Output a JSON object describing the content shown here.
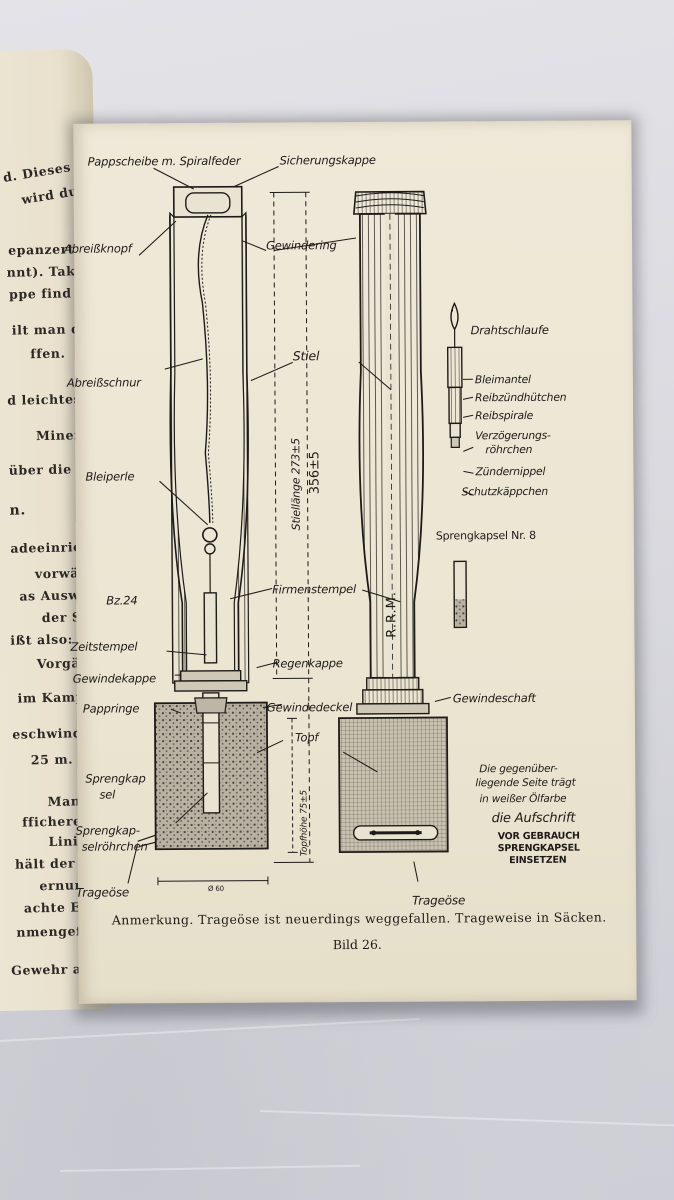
{
  "left_page_lines": [
    "d. Dieses Inst",
    "wird durch",
    "epanzerten Kra",
    "nnt). Taks f",
    "ppe find Hols",
    "ilt man die W",
    "ffen.",
    "d leichtes",
    "Minenwe",
    "über die eing",
    "n.",
    "adeeinrichtung.",
    "vorwärts, fon",
    "as Auswerfen",
    "der Schließ",
    "ißt also: Drud",
    "Vorgänge bis",
    "im Kampf W",
    "eschwindigkeit",
    "25 m.",
    "Mannes. Der",
    "fficherer und w",
    "Linie von leid",
    "hält der Gewe",
    "ernungen –",
    "achte Einzelt",
    "nmengefaßte",
    "Gewehr als G"
  ],
  "labels": {
    "pappscheibe": "Pappscheibe m. Spiralfeder",
    "sicherungskappe": "Sicherungskappe",
    "abreissknopf": "Abreißknopf",
    "gewindering": "Gewindering",
    "drahtschlaufe": "Drahtschlaufe",
    "abreissschnur": "Abreißschnur",
    "stiel": "Stiel",
    "bleimantel": "Bleimantel",
    "reibzuendhuetchen": "Reibzündhütchen",
    "reibspirale": "Reibspirale",
    "verzoegerung_1": "Verzögerungs-",
    "verzoegerung_2": "röhrchen",
    "zuendernippel": "Zündernippel",
    "schutzkaeppchen": "Schutzkäppchen",
    "stiellaenge": "Stiellänge 273±5",
    "stiellaenge_total": "356±5",
    "bleiperle": "Bleiperle",
    "sprengkapsel_nr": "Sprengkapsel Nr. 8",
    "bz24": "Bz.24",
    "firmenstempel": "Firmenstempel",
    "rrm": "R.R.M.",
    "zeitstempel": "Zeitstempel",
    "regenkappe": "Regenkappe",
    "gewindekappe": "Gewindekappe",
    "gewindeschaft": "Gewindeschaft",
    "pappringe": "Pappringe",
    "gewindedeckel": "Gewindedeckel",
    "topf": "Topf",
    "sprengkapsel_1": "Sprengkap",
    "sprengkapsel_2": "sel",
    "topfhoehe": "Topfhöhe 75±5",
    "note_1": "Die gegenüber-",
    "note_2": "liegende Seite trägt",
    "note_3": "in weißer Ölfarbe",
    "note_4": "die Aufschrift",
    "stamp_1": "VOR GEBRAUCH",
    "stamp_2": "SPRENGKAPSEL",
    "stamp_3": "EINSETZEN",
    "sprengkapselroehrchen_1": "Sprengkap-",
    "sprengkapselroehrchen_2": "selröhrchen",
    "trageoese_left": "Trageöse",
    "trageoese_right": "Trageöse",
    "diameter": "Ø 60"
  },
  "caption": "Anmerkung. Trageöse ist neuerdings weggefallen. Trageweise in Säcken.",
  "figure_label": "Bild 26."
}
